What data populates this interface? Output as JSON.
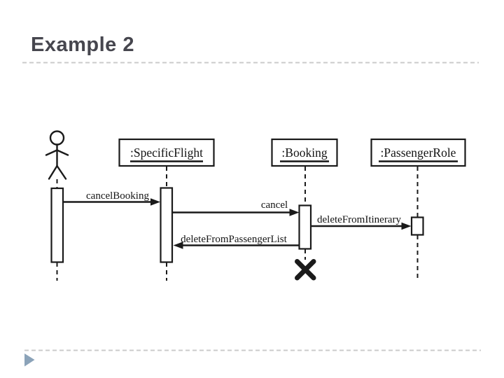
{
  "slide": {
    "title": "Example 2",
    "colors": {
      "title_text": "#46464e",
      "divider": "#cbcbcb",
      "diagram_ink": "#1a1a1a",
      "footer_arrow": "#8ba3b9"
    }
  },
  "diagram": {
    "type": "uml-sequence",
    "objects": [
      {
        "label": ":SpecificFlight"
      },
      {
        "label": ":Booking"
      },
      {
        "label": ":PassengerRole"
      }
    ],
    "messages": [
      {
        "label": "cancelBooking",
        "from": "actor",
        "to": ":SpecificFlight"
      },
      {
        "label": "cancel",
        "from": ":SpecificFlight",
        "to": ":Booking"
      },
      {
        "label": "deleteFromItinerary",
        "from": ":Booking",
        "to": ":PassengerRole"
      },
      {
        "label": "deleteFromPassengerList",
        "from": ":Booking",
        "to": ":SpecificFlight"
      }
    ],
    "destruction": {
      "target": ":Booking"
    }
  }
}
